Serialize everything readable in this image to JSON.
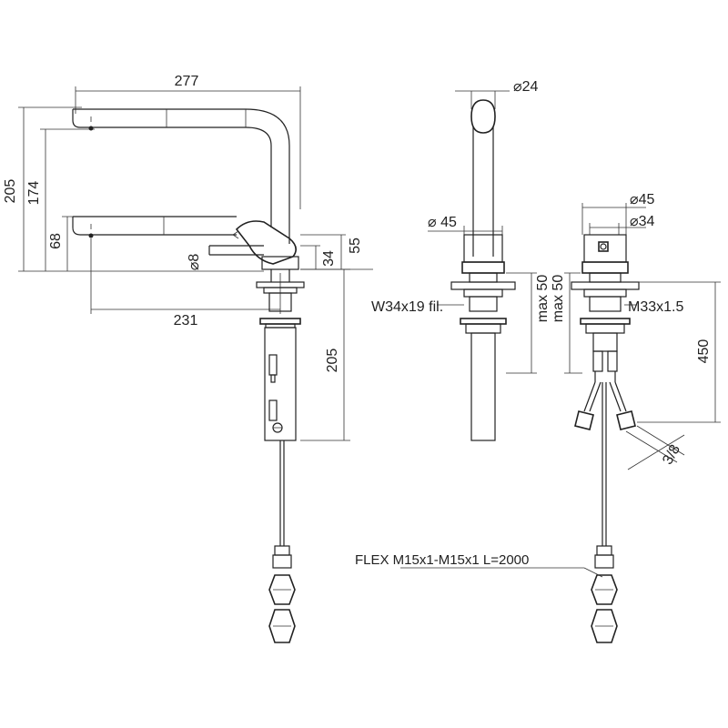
{
  "dimensions": {
    "front_width": "277",
    "front_height": "205",
    "spout_height": "174",
    "outlet_height": "68",
    "diameter_8": "⌀8",
    "body_height_55": "55",
    "body_height_34": "34",
    "reach": "231",
    "shank_length": "205",
    "side_spout_diameter": "⌀24",
    "side_body_diameter": "⌀ 45",
    "rear_body_diameter": "⌀45",
    "rear_inner_diameter": "⌀34",
    "thread_left": "W34x19 fil.",
    "max_left": "max 50",
    "max_right": "max 50",
    "thread_right": "M33x1.5",
    "hose_length": "450",
    "connection": "3/8",
    "flex_label": "FLEX M15x1-M15x1 L=2000"
  }
}
